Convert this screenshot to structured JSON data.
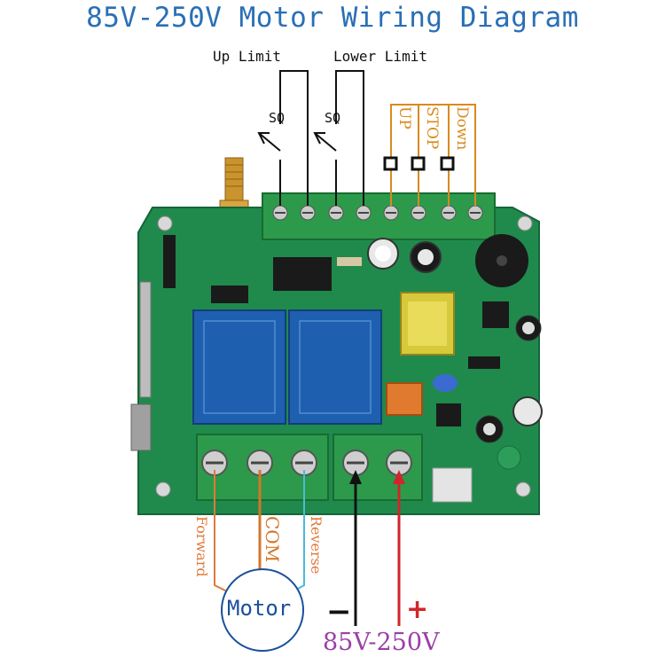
{
  "title": "85V-250V Motor Wiring Diagram",
  "limits": {
    "up": "Up Limit",
    "lower": "Lower Limit",
    "switch_symbol": "SQ"
  },
  "buttons": {
    "up": "UP",
    "stop": "STOP",
    "down": "Down"
  },
  "outputs": {
    "forward": "Forward",
    "com": "COM",
    "reverse": "Reverse"
  },
  "motor": "Motor",
  "power": {
    "minus": "−",
    "plus": "+",
    "voltage": "85V-250V"
  },
  "colors": {
    "title": "#2a6fb5",
    "board": "#1f8a4c",
    "terminal": "#2c9a4a",
    "relay": "#1f5fb0",
    "button_wires": "#d98a1e",
    "forward": "#e07a3a",
    "com": "#d4762a",
    "reverse": "#4bbbd8",
    "motor_circle": "#1a4f9b",
    "power_plus": "#d0262b",
    "power_minus": "#111111",
    "voltage": "#9b3fa6"
  }
}
